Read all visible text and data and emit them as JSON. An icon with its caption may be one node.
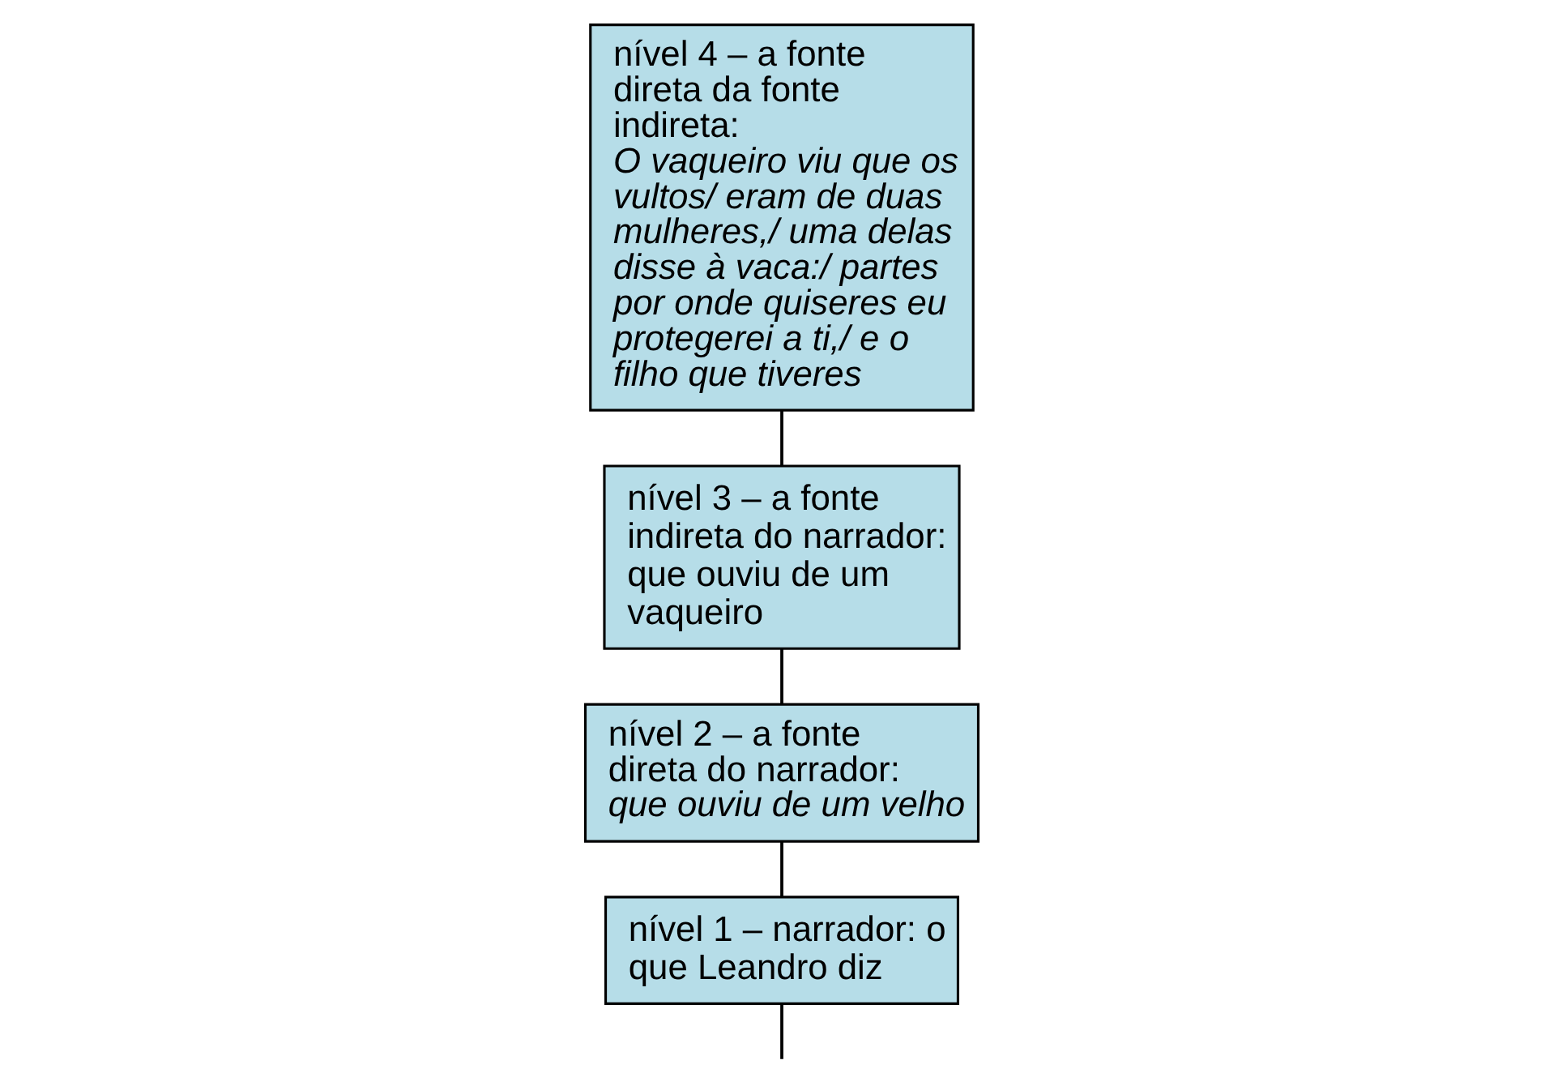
{
  "diagram": {
    "nodes": [
      {
        "text": [
          "nível 1 – narrador: o que Leandro diz"
        ]
      },
      {
        "text": [
          "nível 2 – a fonte direta do narrador: *que ouviu de um velho*"
        ]
      },
      {
        "text": [
          "nível 3 – a fonte indireta do narrador: que ouviu de um vaqueiro"
        ]
      },
      {
        "text": [
          "nível 4 – a fonte direta da fonte indireta: *O vaqueiro viu que os vultos/ eram de duas mulheres,/ uma delas disse à vaca:/ partes por onde quiseres eu protegerei a ti,/ e o filho que tiveres*"
        ]
      }
    ],
    "edges": [
      {
        "from": 0,
        "to": null,
        "arrow": "none"
      },
      {
        "from": 1,
        "to": 0,
        "arrow": "none"
      },
      {
        "from": 2,
        "to": 1,
        "arrow": "none"
      },
      {
        "from": 3,
        "to": 2,
        "arrow": "none"
      }
    ]
  }
}
